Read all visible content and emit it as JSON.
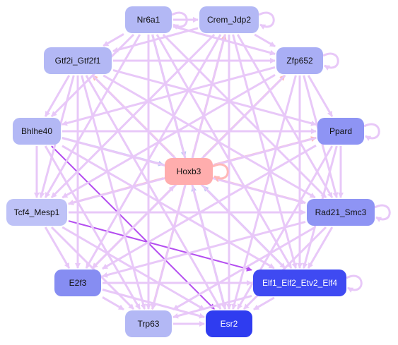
{
  "nodes": [
    {
      "id": "nr6a1",
      "label": "Nr6a1",
      "fill": "#b3b8f5",
      "text": "dark"
    },
    {
      "id": "crem",
      "label": "Crem_Jdp2",
      "fill": "#b3b8f5",
      "text": "dark"
    },
    {
      "id": "gtf2i",
      "label": "Gtf2i_Gtf2f1",
      "fill": "#b3b8f5",
      "text": "dark"
    },
    {
      "id": "zfp652",
      "label": "Zfp652",
      "fill": "#a9aef5",
      "text": "dark"
    },
    {
      "id": "bhlhe40",
      "label": "Bhlhe40",
      "fill": "#b3b8f5",
      "text": "dark"
    },
    {
      "id": "ppard",
      "label": "Ppard",
      "fill": "#8e94f4",
      "text": "dark"
    },
    {
      "id": "hoxb3",
      "label": "Hoxb3",
      "fill": "#ffadad",
      "text": "dark"
    },
    {
      "id": "tcf4",
      "label": "Tcf4_Mesp1",
      "fill": "#bec2f7",
      "text": "dark"
    },
    {
      "id": "rad21",
      "label": "Rad21_Smc3",
      "fill": "#8e94f4",
      "text": "dark"
    },
    {
      "id": "e2f3",
      "label": "E2f3",
      "fill": "#868df2",
      "text": "dark"
    },
    {
      "id": "elf",
      "label": "Elf1_Elf2_Etv2_Elf4",
      "fill": "#3f4af2",
      "text": "light"
    },
    {
      "id": "trp63",
      "label": "Trp63",
      "fill": "#b3b8f5",
      "text": "dark"
    },
    {
      "id": "esr2",
      "label": "Esr2",
      "fill": "#2f3cf0",
      "text": "light"
    }
  ],
  "edge_colors": {
    "default": "#e8c8f8",
    "hub": "#ffb8b8",
    "blue": "#c0c6f5",
    "strong": "#b44ef0"
  },
  "edges": [
    {
      "from": "hoxb3",
      "to": "crem",
      "kind": "hub"
    },
    {
      "from": "hoxb3",
      "to": "zfp652",
      "kind": "hub"
    },
    {
      "from": "hoxb3",
      "to": "ppard",
      "kind": "hub"
    },
    {
      "from": "hoxb3",
      "to": "gtf2i",
      "kind": "hub"
    },
    {
      "from": "hoxb3",
      "to": "tcf4",
      "kind": "hub"
    },
    {
      "from": "hoxb3",
      "to": "trp63",
      "kind": "hub"
    },
    {
      "from": "hoxb3",
      "to": "e2f3",
      "kind": "hub"
    },
    {
      "from": "rad21",
      "to": "hoxb3",
      "kind": "hub"
    },
    {
      "from": "nr6a1",
      "to": "hoxb3",
      "kind": "blue"
    },
    {
      "from": "esr2",
      "to": "hoxb3",
      "kind": "blue"
    },
    {
      "from": "bhlhe40",
      "to": "hoxb3",
      "kind": "blue"
    },
    {
      "from": "e2f3",
      "to": "hoxb3",
      "kind": "default"
    },
    {
      "from": "elf",
      "to": "hoxb3",
      "kind": "blue"
    },
    {
      "from": "tcf4",
      "to": "elf",
      "kind": "strong"
    },
    {
      "from": "bhlhe40",
      "to": "esr2",
      "kind": "strong"
    },
    {
      "from": "nr6a1",
      "to": "crem",
      "kind": "default"
    },
    {
      "from": "nr6a1",
      "to": "gtf2i",
      "kind": "default"
    },
    {
      "from": "nr6a1",
      "to": "zfp652",
      "kind": "default"
    },
    {
      "from": "nr6a1",
      "to": "bhlhe40",
      "kind": "default"
    },
    {
      "from": "nr6a1",
      "to": "tcf4",
      "kind": "default"
    },
    {
      "from": "nr6a1",
      "to": "trp63",
      "kind": "default"
    },
    {
      "from": "nr6a1",
      "to": "esr2",
      "kind": "default"
    },
    {
      "from": "nr6a1",
      "to": "elf",
      "kind": "default"
    },
    {
      "from": "nr6a1",
      "to": "rad21",
      "kind": "default"
    },
    {
      "from": "crem",
      "to": "zfp652",
      "kind": "default"
    },
    {
      "from": "crem",
      "to": "gtf2i",
      "kind": "default"
    },
    {
      "from": "crem",
      "to": "elf",
      "kind": "default"
    },
    {
      "from": "crem",
      "to": "esr2",
      "kind": "default"
    },
    {
      "from": "crem",
      "to": "e2f3",
      "kind": "default"
    },
    {
      "from": "crem",
      "to": "rad21",
      "kind": "default"
    },
    {
      "from": "crem",
      "to": "tcf4",
      "kind": "default"
    },
    {
      "from": "crem",
      "to": "trp63",
      "kind": "default"
    },
    {
      "from": "gtf2i",
      "to": "zfp652",
      "kind": "default"
    },
    {
      "from": "gtf2i",
      "to": "bhlhe40",
      "kind": "default"
    },
    {
      "from": "gtf2i",
      "to": "ppard",
      "kind": "default"
    },
    {
      "from": "gtf2i",
      "to": "rad21",
      "kind": "default"
    },
    {
      "from": "gtf2i",
      "to": "elf",
      "kind": "default"
    },
    {
      "from": "gtf2i",
      "to": "esr2",
      "kind": "default"
    },
    {
      "from": "gtf2i",
      "to": "trp63",
      "kind": "default"
    },
    {
      "from": "gtf2i",
      "to": "e2f3",
      "kind": "default"
    },
    {
      "from": "gtf2i",
      "to": "tcf4",
      "kind": "default"
    },
    {
      "from": "zfp652",
      "to": "ppard",
      "kind": "default"
    },
    {
      "from": "zfp652",
      "to": "bhlhe40",
      "kind": "default"
    },
    {
      "from": "zfp652",
      "to": "tcf4",
      "kind": "default"
    },
    {
      "from": "zfp652",
      "to": "elf",
      "kind": "default"
    },
    {
      "from": "zfp652",
      "to": "esr2",
      "kind": "default"
    },
    {
      "from": "zfp652",
      "to": "e2f3",
      "kind": "default"
    },
    {
      "from": "zfp652",
      "to": "rad21",
      "kind": "default"
    },
    {
      "from": "bhlhe40",
      "to": "ppard",
      "kind": "default"
    },
    {
      "from": "bhlhe40",
      "to": "tcf4",
      "kind": "default"
    },
    {
      "from": "bhlhe40",
      "to": "rad21",
      "kind": "default"
    },
    {
      "from": "bhlhe40",
      "to": "elf",
      "kind": "default"
    },
    {
      "from": "bhlhe40",
      "to": "trp63",
      "kind": "default"
    },
    {
      "from": "ppard",
      "to": "tcf4",
      "kind": "default"
    },
    {
      "from": "ppard",
      "to": "rad21",
      "kind": "default"
    },
    {
      "from": "ppard",
      "to": "elf",
      "kind": "default"
    },
    {
      "from": "ppard",
      "to": "esr2",
      "kind": "default"
    },
    {
      "from": "ppard",
      "to": "e2f3",
      "kind": "default"
    },
    {
      "from": "tcf4",
      "to": "rad21",
      "kind": "default"
    },
    {
      "from": "tcf4",
      "to": "e2f3",
      "kind": "default"
    },
    {
      "from": "tcf4",
      "to": "trp63",
      "kind": "default"
    },
    {
      "from": "tcf4",
      "to": "esr2",
      "kind": "default"
    },
    {
      "from": "rad21",
      "to": "e2f3",
      "kind": "default"
    },
    {
      "from": "rad21",
      "to": "elf",
      "kind": "default"
    },
    {
      "from": "rad21",
      "to": "esr2",
      "kind": "default"
    },
    {
      "from": "rad21",
      "to": "trp63",
      "kind": "default"
    },
    {
      "from": "e2f3",
      "to": "elf",
      "kind": "default"
    },
    {
      "from": "e2f3",
      "to": "trp63",
      "kind": "default"
    },
    {
      "from": "e2f3",
      "to": "esr2",
      "kind": "default"
    },
    {
      "from": "elf",
      "to": "esr2",
      "kind": "default"
    },
    {
      "from": "elf",
      "to": "trp63",
      "kind": "default"
    },
    {
      "from": "trp63",
      "to": "esr2",
      "kind": "default"
    }
  ],
  "self_loops": [
    "nr6a1",
    "crem",
    "zfp652",
    "ppard",
    "rad21",
    "elf",
    "hoxb3"
  ]
}
